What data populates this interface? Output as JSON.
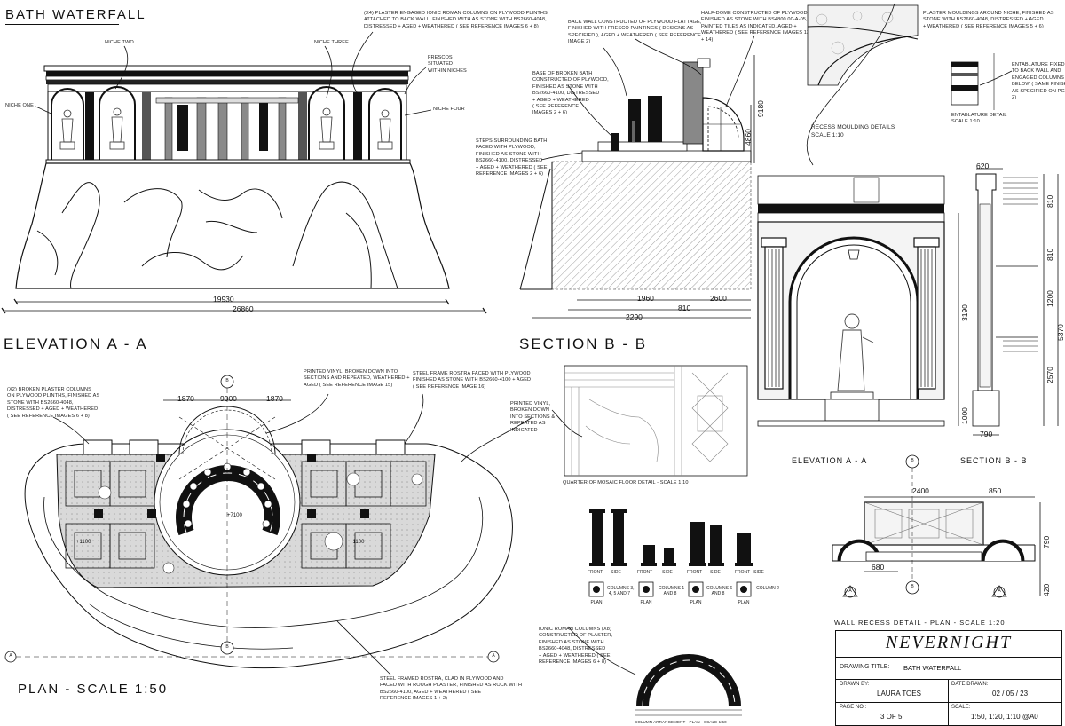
{
  "headings": {
    "main_title": "BATH WATERFALL",
    "elevation_aa": "ELEVATION  A - A",
    "section_bb": "SECTION  B - B",
    "plan": "PLAN - SCALE 1:50",
    "elevation_aa_small": "ELEVATION  A - A",
    "section_bb_small": "SECTION  B - B",
    "wall_recess": "WALL RECESS DETAIL -  PLAN - SCALE 1:20",
    "recess_moulding": "RECESS MOULDING DETAILS\nSCALE 1:10",
    "entablature": "ENTABLATURE DETAIL\nSCALE 1:10",
    "mosaic": "QUARTER OF MOSAIC FLOOR DETAIL - SCALE 1:10",
    "column_arrangement": "COLUMN ARRANGEMENT - PLAN - SCALE 1:50"
  },
  "notes": {
    "niche_two": "NICHE TWO",
    "niche_three": "NICHE THREE",
    "niche_one": "NICHE ONE",
    "niche_four": "NICHE FOUR",
    "frescos": "FRESCOS\nSITUATED\nWITHIN NICHES",
    "plaster_columns": "(x4) PLASTER ENGAGED IONIC ROMAN COLUMNS ON PLYWOOD PLINTHS,\nATTACHED TO BACK WALL, FINISHED WITH AS STONE WITH BS2660-4048,\nDISTRESSED + AGED + WEATHERED ( SEE REFERENCE IMAGES 6 + 8)",
    "back_wall": "BACK WALL CONSTRUCTED OF PLYWOOD FLATTAGE,\nFINISHED WITH FRESCO PAINTINGS ( DESIGNS AS\nSPECIFIED ), AGED + WEATHERED ( SEE REFERENCE\nIMAGE 2)",
    "half_dome": "HALF-DOME CONSTRUCTED OF PLYWOOD\nFINISHED AS STONE WITH BS4800 00-A-05,\nPAINTED TILES AS INDICATED, AGED +\nWEATHERED ( SEE REFERENCE IMAGES 13\n+ 14)",
    "plaster_mouldings": "PLASTER MOULDINGS AROUND NICHE, FINISHED AS\nSTONE WITH BS2660-4048, DISTRESSED + AGED\n+ WEATHERED ( SEE REFERENCE IMAGES 5 + 6)",
    "entablature_note": "ENTABLATURE FIXED\nTO BACK WALL AND\nENGAGED COLUMNS\nBELOW ( SAME FINISH\nAS SPECIFIED ON PG.\n2)",
    "base_broken_bath": "BASE OF BROKEN BATH\nCONSTRUCTED OF PLYWOOD,\nFINISHED AS STONE WITH\nBS2660-4100, DISTRESSED\n+ AGED + WEATHERED\n( SEE REFERENCE\nIMAGES 2 + 6)",
    "steps": "STEPS SURROUNDING BATH\nFACED WITH PLYWOOD,\nFINISHED AS STONE WITH\nBS2660-4100, DISTRESSED\n+ AGED + WEATHERED ( SEE\nREFERENCE IMAGES 2 + 6)",
    "broken_columns": "(x2) BROKEN PLASTER COLUMNS\nON PLYWOOD PLINTHS, FINISHED AS\nSTONE WITH BS2660-4048,\nDISTRESSED + AGED + WEATHERED\n( SEE REFERENCE IMAGES 6 + 8)",
    "printed_vinyl_1": "PRINTED VINYL, BROKEN DOWN INTO\nSECTIONS AND REPEATED, WEATHERED +\nAGED ( SEE REFERENCE IMAGE 15)",
    "steel_frame": "STEEL FRAME ROSTRA FACED WITH PLYWOOD\nFINISHED AS STONE WITH BS2660-4100 + AGED\n( SEE REFERENCE IMAGE 16)",
    "printed_vinyl_2": "PRINTED VINYL,\nBROKEN DOWN\nINTO SECTIONS &\nREPEATED AS\nINDICATED",
    "steel_framed_rostra": "STEEL FRAMED ROSTRA, CLAD IN PLYWOOD AND\nFACED WITH ROUGH PLASTER, FINISHED AS ROCK WITH\nBS2660-4100, AGED + WEATHERED ( SEE\nREFERENCE IMAGES 1 + 2)",
    "ionic_columns": "IONIC ROMAN COLUMNS (x8)\nCONSTRUCTED OF PLASTER,\nFINISHED AS STONE WITH\nBS2660-4048, DISTRESSED\n+ AGED + WEATHERED ( SEE\nREFERENCE IMAGES 6 + 8)"
  },
  "dimensions": {
    "d19930": "19930",
    "d26860": "26860",
    "d1960": "1960",
    "d810": "810",
    "d2290": "2290",
    "d2600": "2600",
    "d9180": "9180",
    "d4860": "4860",
    "d1870a": "1870",
    "d9000": "9000",
    "d1870b": "1870",
    "d620": "620",
    "d810b": "810",
    "d810c": "810",
    "d1200": "1200",
    "d3190": "3190",
    "d2570": "2570",
    "d5370": "5370",
    "d1000": "1000",
    "d790": "790",
    "d2400": "2400",
    "d850": "850",
    "d680": "680",
    "d790b": "790",
    "d420": "420",
    "d1100": "+1100",
    "d7100": "+7100",
    "d1100b": "+1100"
  },
  "column_labels": [
    {
      "front": "FRONT",
      "side": "SIDE",
      "name": "COLUMNS 3,\n4, 5 AND 7"
    },
    {
      "front": "FRONT",
      "side": "SIDE",
      "name": "COLUMNS 1\nAND 8"
    },
    {
      "front": "FRONT",
      "side": "SIDE",
      "name": "COLUMNS 6\nAND 8"
    },
    {
      "front": "FRONT",
      "side": "SIDE",
      "name": "COLUMN 2"
    }
  ],
  "plan_labels": [
    "PLAN",
    "PLAN",
    "PLAN",
    "PLAN"
  ],
  "markers": {
    "a": "A",
    "b": "B"
  },
  "title_block": {
    "project": "NEVERNIGHT",
    "drawing_title_label": "DRAWING TITLE:",
    "drawing_title": "BATH WATERFALL",
    "drawn_by_label": "DRAWN BY:",
    "drawn_by": "LAURA TOES",
    "date_label": "DATE DRAWN:",
    "date": "02 / 05 / 23",
    "page_label": "PAGE NO.:",
    "page": "3 OF 5",
    "scale_label": "SCALE:",
    "scale": "1:50, 1:20, 1:10 @A0"
  }
}
